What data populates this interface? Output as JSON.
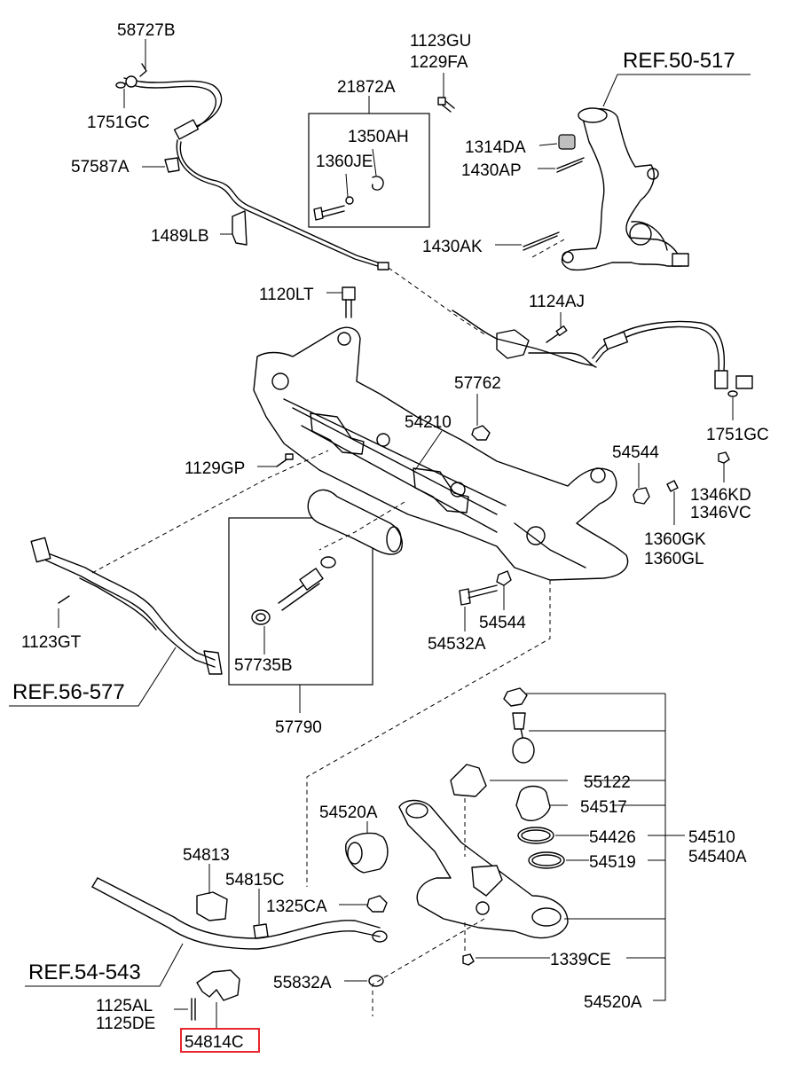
{
  "labels": {
    "p58727B": "58727B",
    "p1751GC_top": "1751GC",
    "p57587A": "57587A",
    "p1489LB": "1489LB",
    "p21872A": "21872A",
    "p1350AH": "1350AH",
    "p1360JE": "1360JE",
    "p1123GU": "1123GU",
    "p1229FA": "1229FA",
    "p1314DA": "1314DA",
    "p1430AP": "1430AP",
    "p1430AK": "1430AK",
    "p1120LT": "1120LT",
    "p1124AJ": "1124AJ",
    "p1751GC_right": "1751GC",
    "p57762": "57762",
    "p54210": "54210",
    "p1129GP": "1129GP",
    "p54544_top": "54544",
    "p1346KD": "1346KD",
    "p1346VC": "1346VC",
    "p1360GK": "1360GK",
    "p1360GL": "1360GL",
    "p54544_mid": "54544",
    "p54532A": "54532A",
    "p1123GT": "1123GT",
    "p57735B": "57735B",
    "p57790": "57790",
    "p55122": "55122",
    "p54517": "54517",
    "p54426": "54426",
    "p54519": "54519",
    "p54510": "54510",
    "p54540A": "54540A",
    "p54520A_mid": "54520A",
    "p54813": "54813",
    "p54815C": "54815C",
    "p1325CA": "1325CA",
    "p1339CE": "1339CE",
    "p55832A": "55832A",
    "p1125AL": "1125AL",
    "p1125DE": "1125DE",
    "p54814C": "54814C",
    "p54520A_bottom": "54520A"
  },
  "references": {
    "ref_50_517": "REF.50-517",
    "ref_56_577": "REF.56-577",
    "ref_54_543": "REF.54-543"
  },
  "highlighted_part": "54814C",
  "colors": {
    "highlight": "#e8262b",
    "line": "#000000",
    "shade": "#bfbfbf"
  }
}
